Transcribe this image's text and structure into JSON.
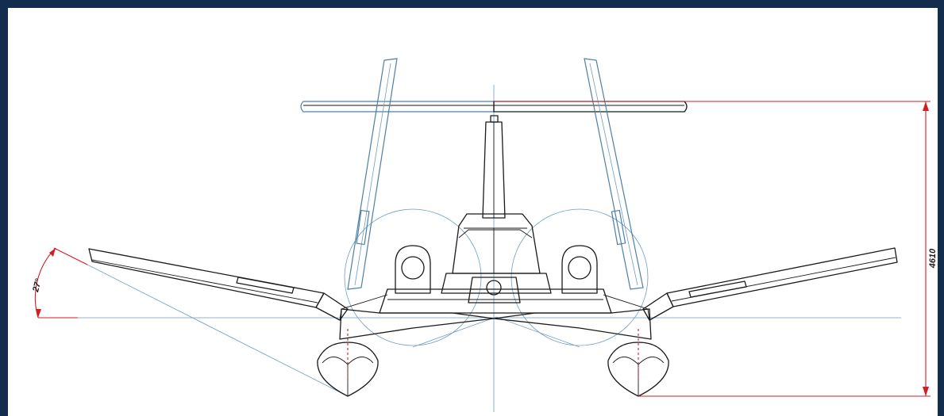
{
  "drawing": {
    "view": "front",
    "dimensions": {
      "height_label": "4610",
      "angle_label": "27°"
    },
    "colors": {
      "frame_border": "#132d4e",
      "ink": "#1a1a1a",
      "construction_lines": "#4d7fa6",
      "dimension_lines": "#d21e1e"
    }
  }
}
